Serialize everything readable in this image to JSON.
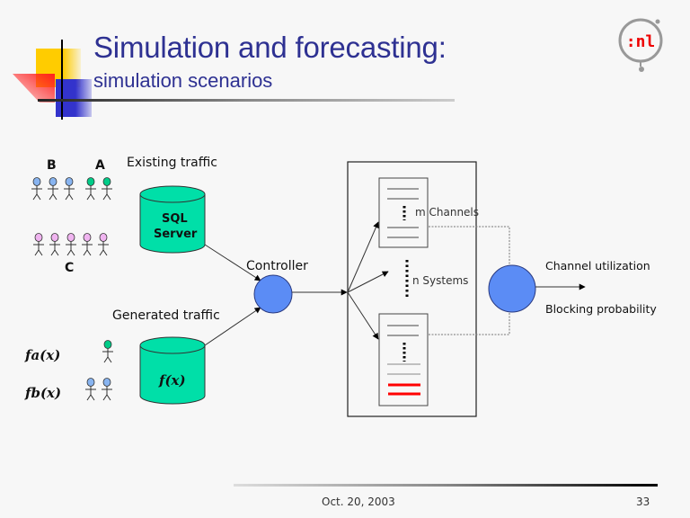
{
  "slide": {
    "title": "Simulation and forecasting:",
    "subtitle": "simulation scenarios",
    "logo_text": ":nl",
    "footer_date": "Oct. 20, 2003",
    "page_number": "33"
  },
  "diagram": {
    "users": {
      "group_b_label": "B",
      "group_a_label": "A",
      "group_c_label": "C",
      "group_b_count": 3,
      "group_a_count": 2,
      "group_c_count": 5
    },
    "existing_traffic_label": "Existing traffic",
    "sql_server_label_line1": "SQL",
    "sql_server_label_line2": "Server",
    "generated_traffic_label": "Generated traffic",
    "generator_function_label": "f(x)",
    "fa_label": "fa(x)",
    "fb_label": "fb(x)",
    "controller_label": "Controller",
    "channels_label": "m Channels",
    "systems_label": "n Systems",
    "output_label_1": "Channel utilization",
    "output_label_2": "Blocking probability",
    "colors": {
      "title": "#2e3192",
      "group_a": "#00cc88",
      "group_b": "#88b4f0",
      "group_c": "#f0b4f0",
      "database": "#00dfa8",
      "node": "#5b8cf5",
      "blocked_channel": "#ff0000"
    }
  }
}
